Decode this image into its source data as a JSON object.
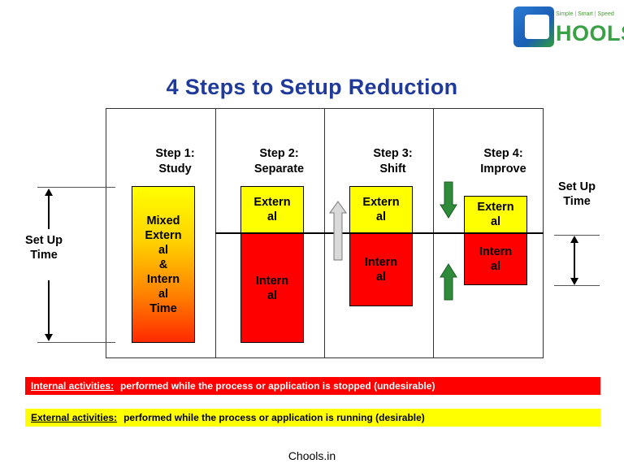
{
  "title": "4 Steps to Setup Reduction",
  "logo": {
    "tagline_1": "Simple",
    "tagline_2": "Smart",
    "tagline_3": "Speed",
    "separator": "|",
    "word": "HOOLS"
  },
  "left_label": {
    "line1": "Set Up",
    "line2": "Time"
  },
  "right_label": {
    "line1": "Set Up",
    "line2": "Time"
  },
  "steps": [
    {
      "line1": "Step 1:",
      "line2": "Study",
      "box": [
        "Mixed",
        "Extern",
        "al",
        "&",
        "Intern",
        "al",
        "Time"
      ]
    },
    {
      "line1": "Step 2:",
      "line2": "Separate",
      "external": [
        "Extern",
        "al"
      ],
      "internal": [
        "Intern",
        "al"
      ]
    },
    {
      "line1": "Step 3:",
      "line2": "Shift",
      "external": [
        "Extern",
        "al"
      ],
      "internal": [
        "Intern",
        "al"
      ]
    },
    {
      "line1": "Step 4:",
      "line2": "Improve",
      "external": [
        "Extern",
        "al"
      ],
      "internal": [
        "Intern",
        "al"
      ]
    }
  ],
  "legend": {
    "internal_key": "Internal activities:",
    "internal_text": "performed while the process or application is stopped (undesirable)",
    "external_key": "External activities:",
    "external_text": "performed while the process or application is running (desirable)"
  },
  "colors": {
    "title": "#1f3a9a",
    "internal": "#ff0000",
    "external": "#ffff00",
    "arrow_green": "#2e8b3a",
    "arrow_gray": "#d9d9d9"
  },
  "footer": "Chools.in"
}
